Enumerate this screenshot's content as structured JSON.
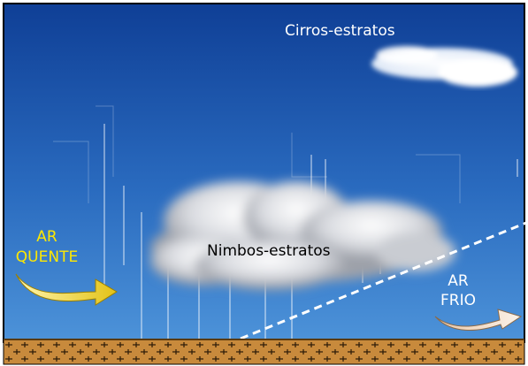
{
  "labels": {
    "cirrostratus": "Cirros-estratos",
    "nimbostratus": "Nimbos-estratos",
    "warm_air_line1": "AR",
    "warm_air_line2": "QUENTE",
    "cold_air_line1": "AR",
    "cold_air_line2": "FRIO"
  },
  "colors": {
    "sky_top": "#0f3f96",
    "sky_bottom": "#4d93d9",
    "warm_air_text": "#ffe800",
    "warm_arrow": "#e3c216",
    "cold_arrow": "#f4dfc8",
    "ground": "#c88a3c",
    "text_white": "#ffffff"
  },
  "icons": {
    "warm_arrow": "curved-arrow-right",
    "cold_arrow": "curved-arrow-right"
  }
}
